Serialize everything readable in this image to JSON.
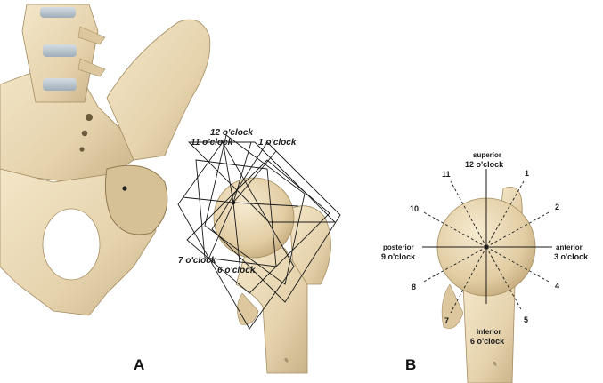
{
  "panel_a": {
    "label": "A",
    "clock_labels": {
      "twelve": "12 o'clock",
      "eleven": "11 o'clock",
      "one": "1 o'clock",
      "seven": "7 o'clock",
      "six": "6 o'clock"
    }
  },
  "panel_b": {
    "label": "B",
    "superior": "superior",
    "twelve": "12 o'clock",
    "anterior": "anterior",
    "three": "3 o'clock",
    "inferior": "inferior",
    "six": "6 o'clock",
    "posterior": "posterior",
    "nine": "9 o'clock",
    "hours": [
      "1",
      "2",
      "4",
      "5",
      "7",
      "8",
      "10",
      "11"
    ]
  },
  "colors": {
    "bone": "#e9d8b4",
    "bone_shadow": "#c9b389",
    "bone_dark": "#a48d62",
    "disc": "#b9c4cc",
    "line": "#1a1a1a"
  }
}
